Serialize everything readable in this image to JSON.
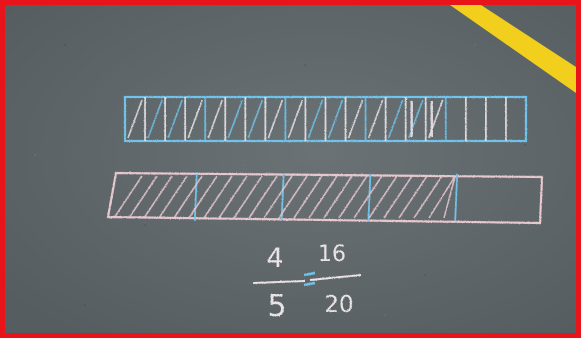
{
  "photo": {
    "colors": {
      "frame": "#e8141a",
      "asphalt": "#5d6466",
      "road_line": "#f2cf1d",
      "chalk_blue": "#6fc3ea",
      "chalk_white": "#e9e3e6",
      "chalk_pink": "#e7c8cf"
    },
    "top_bar": {
      "cells": 20,
      "shaded_cells": 16
    },
    "bottom_bar": {
      "parts": 5,
      "shaded_parts": 4
    },
    "equation": {
      "left": {
        "numerator": "4",
        "denominator": "5"
      },
      "right": {
        "numerator": "16",
        "denominator": "20"
      },
      "relation": "="
    }
  }
}
